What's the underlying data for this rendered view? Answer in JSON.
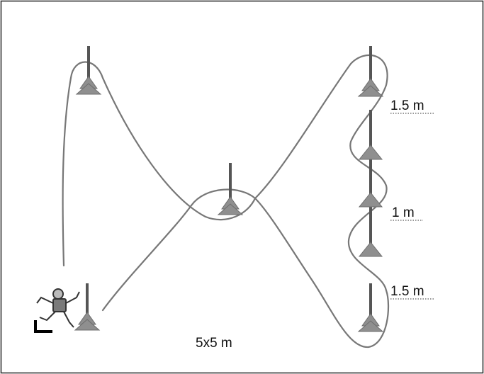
{
  "diagram": {
    "labels": {
      "gap_top": "1.5 m",
      "gap_middle": "1 m",
      "gap_bottom": "1.5 m",
      "area": "5x5 m"
    },
    "icons": [
      "cone-pole-icon",
      "runner-icon",
      "start-corner-icon"
    ],
    "colors": {
      "border": "#333333",
      "path": "#777777",
      "pole": "#555555",
      "cone": "#8f8f8f",
      "text": "#111111"
    }
  }
}
